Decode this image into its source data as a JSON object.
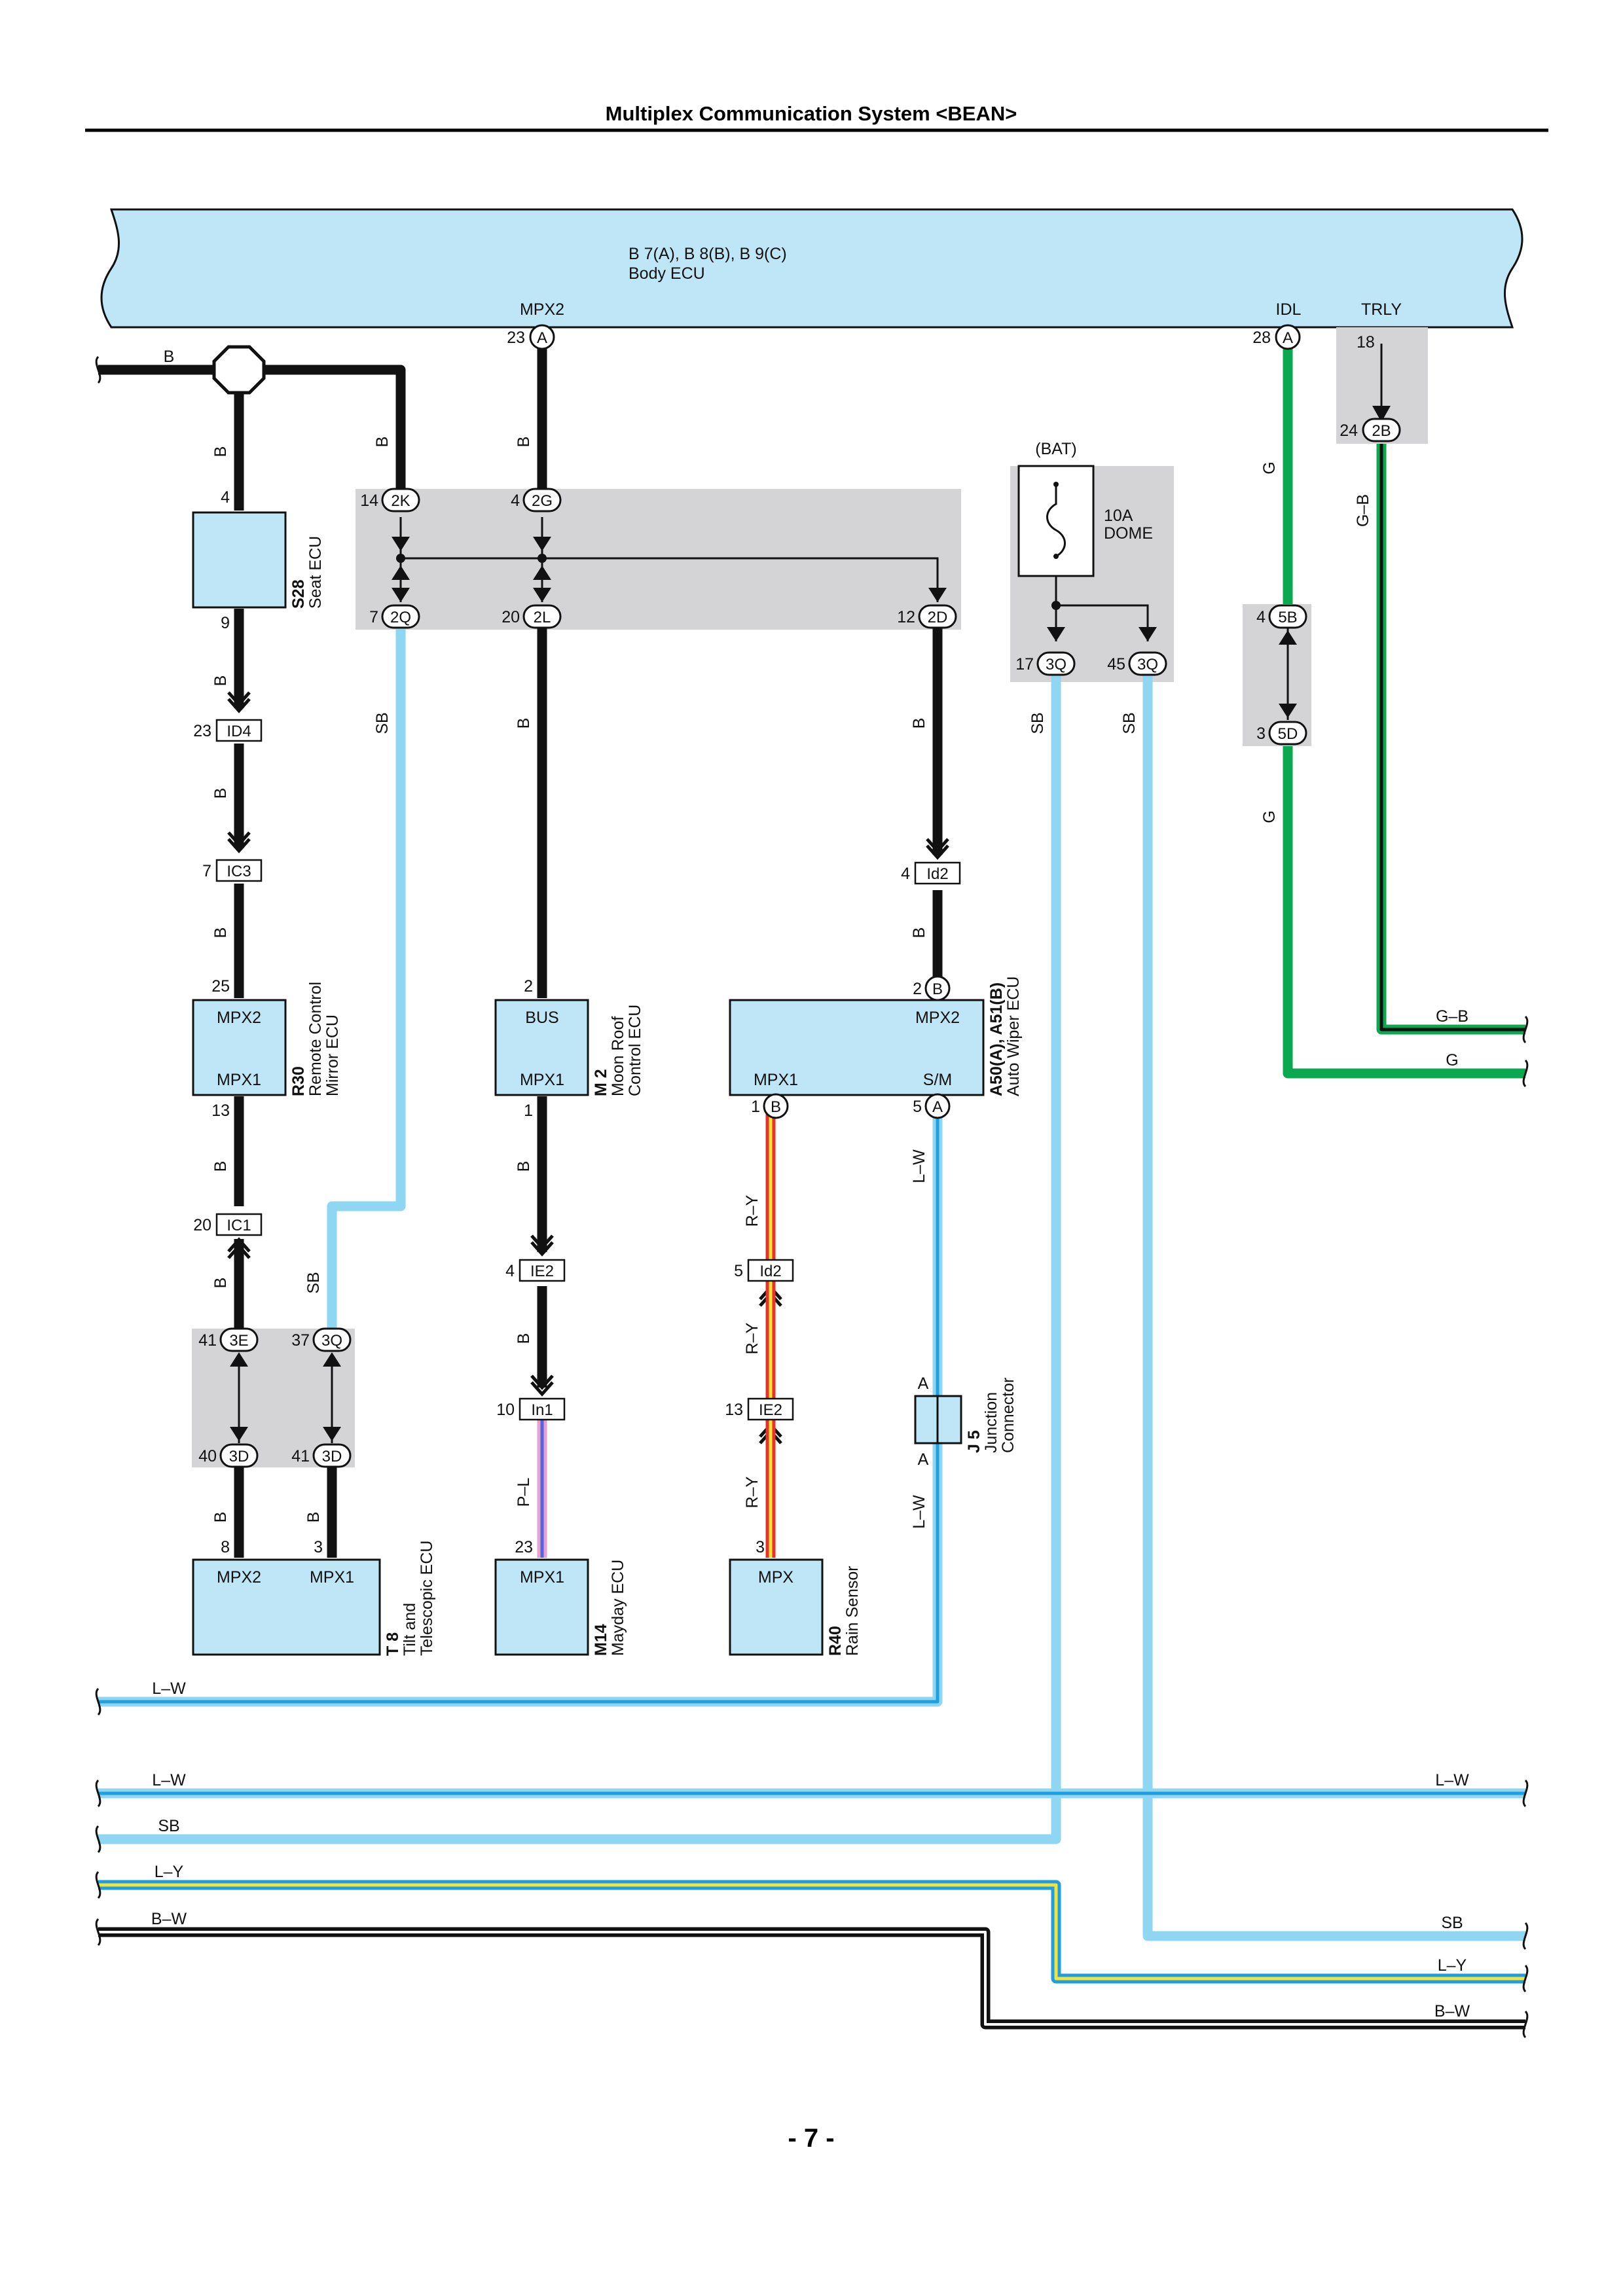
{
  "header": {
    "title": "Multiplex Communication System <BEAN>"
  },
  "page_number": "- 7 -",
  "body_ecu": {
    "name_line1": "B 7(A), B 8(B), B 9(C)",
    "name_line2": "Body ECU",
    "terminals": {
      "mpx2": "MPX2",
      "idl": "IDL",
      "trly": "TRLY"
    }
  },
  "bat": {
    "label": "(BAT)",
    "fuse_amp": "10A",
    "fuse_name": "DOME"
  },
  "components": {
    "s28": {
      "code": "S28",
      "name": "Seat ECU"
    },
    "r30": {
      "code": "R30",
      "name1": "Remote Control",
      "name2": "Mirror ECU",
      "t1": "MPX2",
      "t2": "MPX1"
    },
    "m2": {
      "code": "M 2",
      "name1": "Moon Roof",
      "name2": "Control ECU",
      "t1": "BUS",
      "t2": "MPX1"
    },
    "a50": {
      "code": "A50(A), A51(B)",
      "name": "Auto Wiper ECU",
      "t1": "MPX2",
      "t2": "MPX1",
      "t3": "S/M"
    },
    "t8": {
      "code": "T 8",
      "name1": "Tilt and",
      "name2": "Telescopic ECU",
      "t1": "MPX2",
      "t2": "MPX1"
    },
    "m14": {
      "code": "M14",
      "name": "Mayday ECU",
      "t1": "MPX1"
    },
    "r40": {
      "code": "R40",
      "name": "Rain Sensor",
      "t1": "MPX"
    },
    "j5": {
      "code": "J 5",
      "name1": "Junction",
      "name2": "Connector",
      "pin": "A"
    }
  },
  "connectors": {
    "id4": "ID4",
    "ic3": "IC3",
    "ic1": "IC1",
    "ie2": "IE2",
    "in1": "In1",
    "id2": "Id2",
    "id2b": "Id2",
    "ie2b": "IE2"
  },
  "junction_connectors": {
    "k2": "2K",
    "g2": "2G",
    "q2": "2Q",
    "l2": "2L",
    "d2": "2D",
    "e3": "3E",
    "q3a": "3Q",
    "d3a": "3D",
    "d3b": "3D",
    "q3b": "3Q",
    "q3c": "3Q",
    "b5": "5B",
    "d5": "5D",
    "b2": "2B",
    "a_mpx2": "A",
    "a_idl": "A",
    "b_a50": "B",
    "b_a50b": "B",
    "a_a50": "A"
  },
  "pins": {
    "p23": "23",
    "p28": "28",
    "p18": "18",
    "p24": "24",
    "p14": "14",
    "p4a": "4",
    "p7": "7",
    "p20a": "20",
    "p12": "12",
    "p4s28": "4",
    "p9": "9",
    "p23id4": "23",
    "p7ic3": "7",
    "p25": "25",
    "p13": "13",
    "p20ic1": "20",
    "p41e": "41",
    "p37": "37",
    "p40": "40",
    "p41d": "41",
    "p8": "8",
    "p3t8": "3",
    "p2m2": "2",
    "p1m2": "1",
    "p4ie2": "4",
    "p10": "10",
    "p23m14": "23",
    "p4id2": "4",
    "p2a50": "2",
    "p1a50": "1",
    "p5a50": "5",
    "p5id2": "5",
    "p13ie2": "13",
    "p3r40": "3",
    "p17": "17",
    "p45": "45",
    "p4b5": "4",
    "p3d5": "3"
  },
  "wire_colors": {
    "b": "B",
    "sb": "SB",
    "g": "G",
    "gb": "G–B",
    "lw": "L–W",
    "ry": "R–Y",
    "pl": "P–L",
    "ly": "L–Y",
    "bw": "B–W"
  },
  "colors": {
    "black_wire": "#111111",
    "sky_blue": "#8fd6f2",
    "blue": "#1f9fe0",
    "green": "#0aa84f",
    "red": "#e8312a",
    "yellow": "#f5e23a",
    "component_fill": "#bfe6f6",
    "shade": "#d4d4d6"
  }
}
